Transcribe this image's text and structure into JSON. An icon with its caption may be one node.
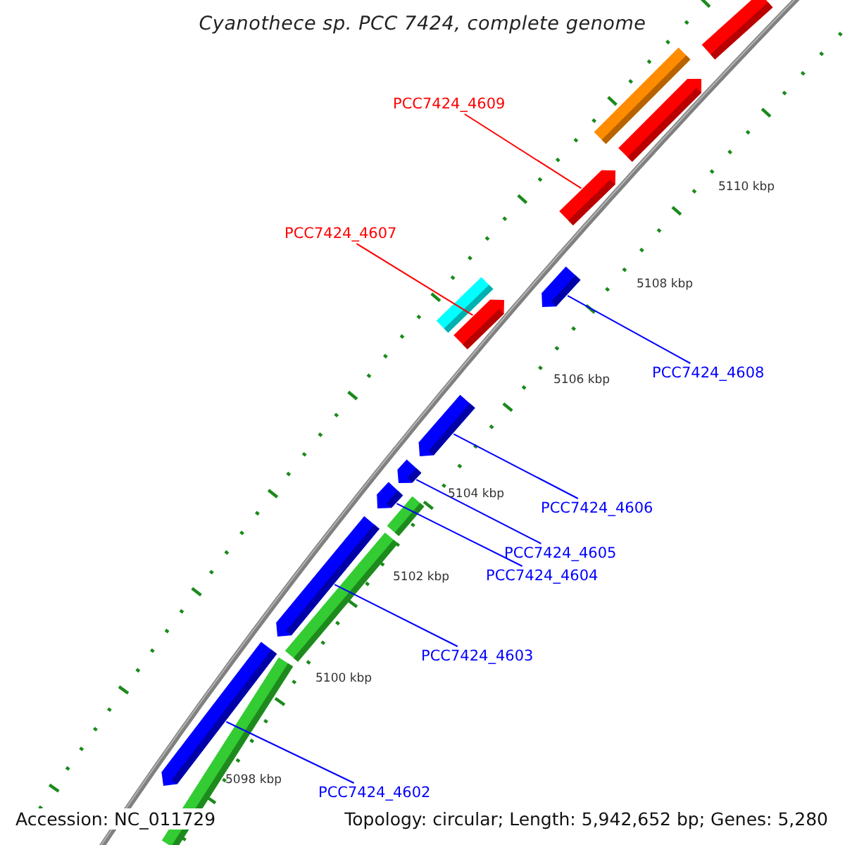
{
  "diagram": {
    "title": "Cyanothece sp. PCC 7424, complete genome",
    "nodes": [
      {
        "text": [
          "PCC7424_4609"
        ]
      },
      {
        "text": [
          "PCC7424_4607"
        ]
      },
      {
        "text": [
          "PCC7424_4608"
        ]
      },
      {
        "text": [
          "PCC7424_4606"
        ]
      },
      {
        "text": [
          "PCC7424_4605"
        ]
      },
      {
        "text": [
          "PCC7424_4604"
        ]
      },
      {
        "text": [
          "PCC7424_4603"
        ]
      },
      {
        "text": [
          "PCC7424_4602"
        ]
      },
      {
        "text": [],
        "shape": "bar"
      },
      {
        "text": [],
        "shape": "bar"
      },
      {
        "text": [],
        "shape": "pentagon"
      },
      {
        "text": [],
        "shape": "pentagon"
      },
      {
        "text": [],
        "shape": "pentagon"
      },
      {
        "text": [],
        "shape": "bar"
      },
      {
        "text": [],
        "shape": "pentagon"
      },
      {
        "text": [],
        "shape": "pentagon"
      },
      {
        "text": [],
        "shape": "pentagon"
      },
      {
        "text": [],
        "shape": "pentagon"
      },
      {
        "text": [],
        "shape": "bar"
      },
      {
        "text": [],
        "shape": "pentagon"
      },
      {
        "text": [],
        "shape": "bar"
      },
      {
        "text": [],
        "shape": "pentagon"
      },
      {
        "text": [],
        "shape": "bar"
      }
    ],
    "edges": [
      {
        "from": 0,
        "to": 11,
        "arrow": "none",
        "color": "#ff0000"
      },
      {
        "from": 1,
        "to": 14,
        "arrow": "none",
        "color": "#ff0000"
      },
      {
        "from": 2,
        "to": 12,
        "arrow": "none"
      },
      {
        "from": 3,
        "to": 15,
        "arrow": "none"
      },
      {
        "from": 4,
        "to": 16,
        "arrow": "none"
      },
      {
        "from": 5,
        "to": 17,
        "arrow": "none"
      },
      {
        "from": 6,
        "to": 19,
        "arrow": "none"
      },
      {
        "from": 7,
        "to": 21,
        "arrow": "none"
      }
    ],
    "labels": [
      "5110 kbp",
      "5108 kbp",
      "5106 kbp",
      "5104 kbp",
      "5102 kbp",
      "5100 kbp",
      "5098 kbp",
      "Accession: NC_011729",
      "Topology: circular; Length: 5,942,652 bp; Genes: 5,280"
    ]
  }
}
